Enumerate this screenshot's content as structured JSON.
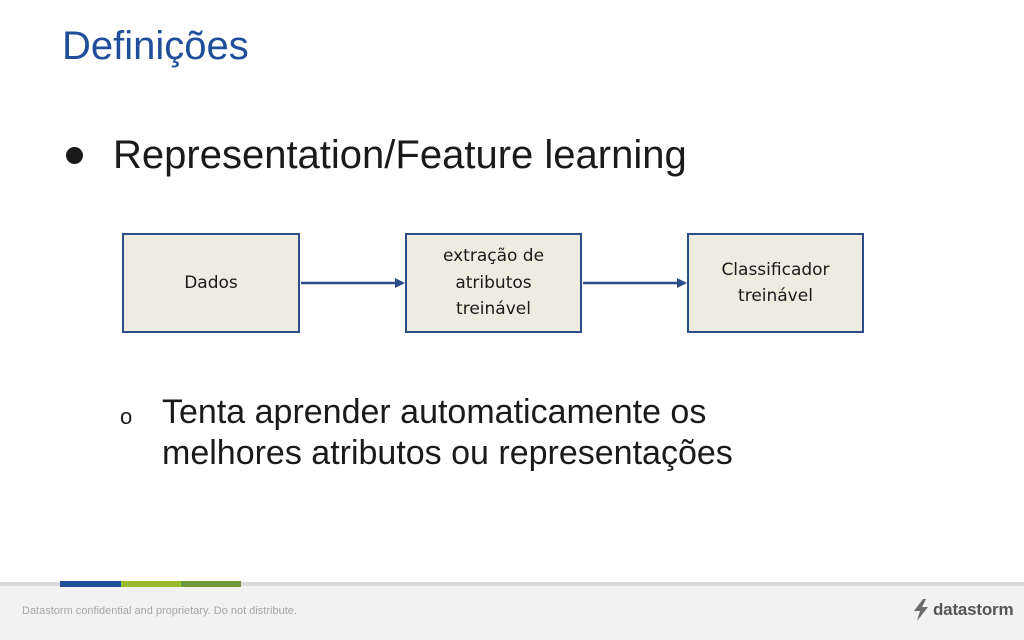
{
  "slide": {
    "title": "Definições",
    "bullet": "Representation/Feature learning",
    "diagram": {
      "boxes": [
        {
          "label": "Dados"
        },
        {
          "label": "extração de\natributos\ntreinável"
        },
        {
          "label": "Classificador\ntreinável"
        }
      ]
    },
    "sub_bullet": {
      "marker": "o",
      "text": "Tenta aprender automaticamente os\nmelhores atributos ou representações"
    }
  },
  "footer": {
    "confidential": "Datastorm confidential and proprietary. Do not distribute.",
    "logo_text": "datastorm"
  },
  "colors": {
    "title": "#1f4e9b",
    "box_fill": "#eeece1",
    "box_border": "#2c4d86",
    "accent_blue": "#1f4e9b",
    "accent_lime": "#9bbb2f",
    "accent_green": "#6f9a3c"
  }
}
